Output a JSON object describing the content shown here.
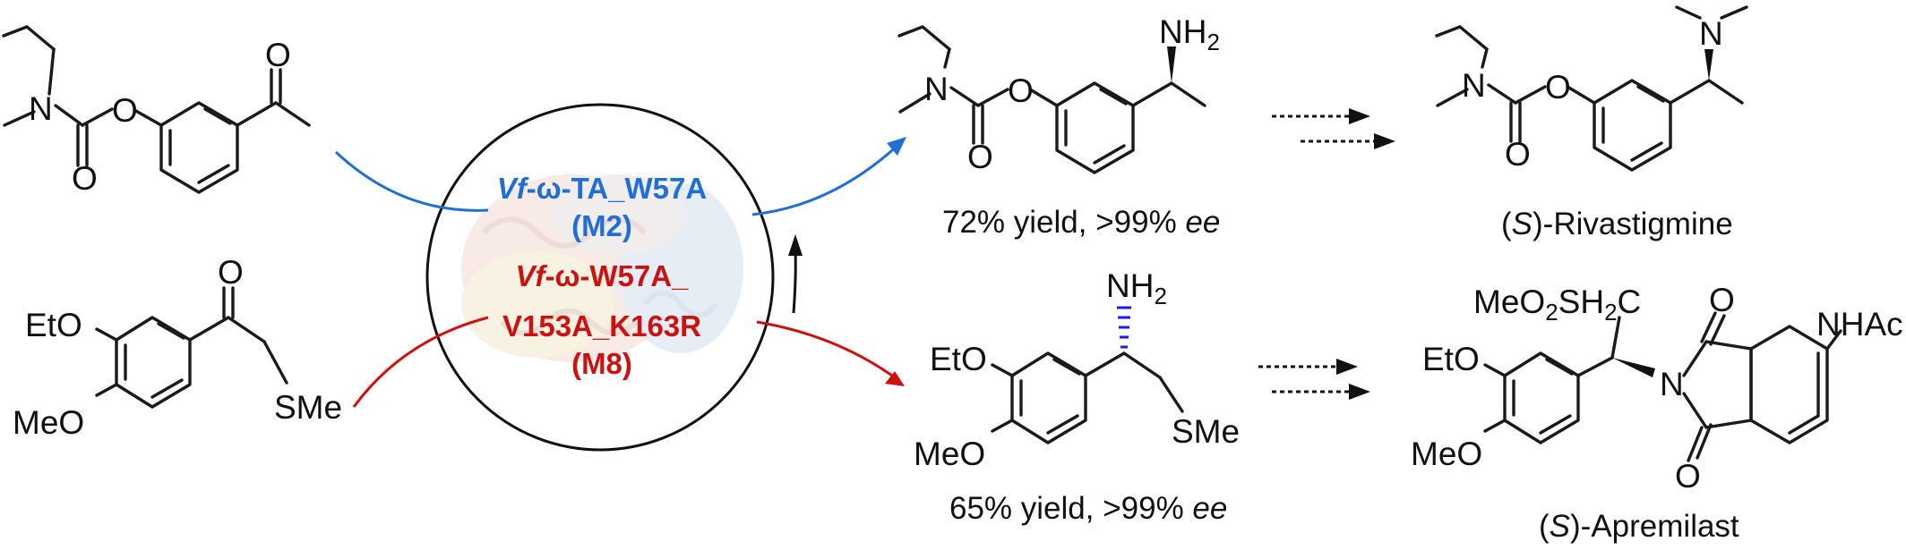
{
  "colors": {
    "m2": "#1f6fd6",
    "m8": "#cc1111",
    "nh2_blue": "#1a1aff",
    "ink": "#111111"
  },
  "labels": {
    "et_o": "EtO",
    "meo": "MeO",
    "sme": "SMe",
    "o": "O",
    "n": "N",
    "nh": "NH",
    "nh_sub": "2",
    "nhac": "NHAc",
    "meo2sh2c_a": "MeO",
    "meo2sh2c_b": "2",
    "meo2sh2c_c": "SH",
    "meo2sh2c_d": "2",
    "meo2sh2c_e": "C"
  },
  "enzyme": {
    "m2_line1_italic": "Vf",
    "m2_line1_rest": "-ω-TA_W57A",
    "m2_line2": "(M2)",
    "m8_line1_italic": "Vf",
    "m8_line1_rest": "-ω-W57A_",
    "m8_line2": "V153A_K163R",
    "m8_line3": "(M8)"
  },
  "products": {
    "p1_yield": "72% yield, >99% ",
    "p2_yield": "65% yield, >99% ",
    "ee": "ee"
  },
  "targets": {
    "riv_paren_open": "(",
    "riv_s": "S",
    "riv_rest": ")-Rivastigmine",
    "apr_paren_open": "(",
    "apr_s": "S",
    "apr_rest": ")-Apremilast"
  }
}
